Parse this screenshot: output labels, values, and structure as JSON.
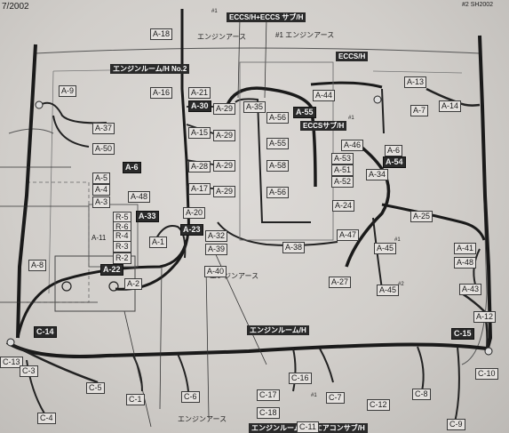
{
  "top_left_note": "7/2002",
  "top_right_note": "#2 SH2002",
  "harness_titles": {
    "eccs_h_eccs_sub_h": "ECCS/H+ECCS サブ/H",
    "eccs_h": "ECCS/H",
    "engine_room_h_no2": "エンジンルーム/H No.2",
    "eccs_sub_h": "ECCSサブ/H",
    "engine_room_h": "エンジンルーム/H",
    "engine_room_h_aircon_sub_h": "エンジンルーム/H〜エアコンサブ/H"
  },
  "ground_labels": {
    "engine_ground_top": "エンジンアース",
    "engine_ground_top2": "#1 エンジンアース",
    "engine_ground_mid": "エンジンアース",
    "engine_ground_bottom": "エンジンアース",
    "mark_1": "#1",
    "mark_2": "#1",
    "mark_3": "#1",
    "mark_4": "#2",
    "mark_5": "#1"
  },
  "connectors": [
    {
      "id": "A-18",
      "style": "box"
    },
    {
      "id": "A-9",
      "style": "box"
    },
    {
      "id": "A-37",
      "style": "box"
    },
    {
      "id": "A-50",
      "style": "box"
    },
    {
      "id": "A-6",
      "style": "dark"
    },
    {
      "id": "A-5",
      "style": "box"
    },
    {
      "id": "A-4",
      "style": "box"
    },
    {
      "id": "A-3",
      "style": "box"
    },
    {
      "id": "A-48",
      "style": "box"
    },
    {
      "id": "A-33",
      "style": "dark"
    },
    {
      "id": "A-11",
      "style": "txt"
    },
    {
      "id": "R-5",
      "style": "box"
    },
    {
      "id": "R-6",
      "style": "box"
    },
    {
      "id": "R-4",
      "style": "box"
    },
    {
      "id": "R-3",
      "style": "box"
    },
    {
      "id": "R-2",
      "style": "box"
    },
    {
      "id": "A-1",
      "style": "box"
    },
    {
      "id": "A-8",
      "style": "box"
    },
    {
      "id": "A-22",
      "style": "dark"
    },
    {
      "id": "A-2",
      "style": "box"
    },
    {
      "id": "C-14",
      "style": "dark"
    },
    {
      "id": "C-13",
      "style": "box"
    },
    {
      "id": "C-3",
      "style": "box"
    },
    {
      "id": "C-4",
      "style": "box"
    },
    {
      "id": "C-5",
      "style": "box"
    },
    {
      "id": "C-1",
      "style": "box"
    },
    {
      "id": "C-6",
      "style": "box"
    },
    {
      "id": "A-16",
      "style": "box"
    },
    {
      "id": "A-21",
      "style": "box"
    },
    {
      "id": "A-30",
      "style": "dark"
    },
    {
      "id": "A-15",
      "style": "box"
    },
    {
      "id": "A-28",
      "style": "box"
    },
    {
      "id": "A-17",
      "style": "box"
    },
    {
      "id": "A-20",
      "style": "box"
    },
    {
      "id": "A-23",
      "style": "dark"
    },
    {
      "id": "A-29a",
      "text": "A-29",
      "style": "box"
    },
    {
      "id": "A-29b",
      "text": "A-29",
      "style": "box"
    },
    {
      "id": "A-29c",
      "text": "A-29",
      "style": "box"
    },
    {
      "id": "A-29d",
      "text": "A-29",
      "style": "box"
    },
    {
      "id": "A-35",
      "style": "box"
    },
    {
      "id": "A-56a",
      "text": "A-56",
      "style": "box"
    },
    {
      "id": "A-55a",
      "text": "A-55",
      "style": "box"
    },
    {
      "id": "A-58a",
      "text": "A-58",
      "style": "box"
    },
    {
      "id": "A-56b",
      "text": "A-56",
      "style": "box"
    },
    {
      "id": "A-55",
      "style": "dark"
    },
    {
      "id": "A-44",
      "style": "box"
    },
    {
      "id": "A-32",
      "style": "box"
    },
    {
      "id": "A-39",
      "style": "box"
    },
    {
      "id": "A-40",
      "style": "box"
    },
    {
      "id": "A-38",
      "style": "box"
    },
    {
      "id": "A-13",
      "style": "box"
    },
    {
      "id": "A-7",
      "style": "box"
    },
    {
      "id": "A-14",
      "style": "box"
    },
    {
      "id": "A-46",
      "style": "box"
    },
    {
      "id": "A-53",
      "style": "box"
    },
    {
      "id": "A-51",
      "style": "box"
    },
    {
      "id": "A-52",
      "style": "box"
    },
    {
      "id": "A-6b",
      "text": "A-6",
      "style": "box"
    },
    {
      "id": "A-54",
      "style": "dark"
    },
    {
      "id": "A-34",
      "style": "box"
    },
    {
      "id": "A-24",
      "style": "box"
    },
    {
      "id": "A-25",
      "style": "box"
    },
    {
      "id": "A-47",
      "style": "box"
    },
    {
      "id": "A-45a",
      "text": "A-45",
      "style": "box"
    },
    {
      "id": "A-27",
      "style": "box"
    },
    {
      "id": "A-45b",
      "text": "A-45",
      "style": "box"
    },
    {
      "id": "A-41",
      "style": "box"
    },
    {
      "id": "A-48b",
      "text": "A-48",
      "style": "box"
    },
    {
      "id": "A-43",
      "style": "box"
    },
    {
      "id": "A-12",
      "style": "box"
    },
    {
      "id": "C-15",
      "style": "dark"
    },
    {
      "id": "C-10",
      "style": "box"
    },
    {
      "id": "C-9",
      "style": "box"
    },
    {
      "id": "C-8",
      "style": "box"
    },
    {
      "id": "C-12",
      "style": "box"
    },
    {
      "id": "C-7",
      "style": "box"
    },
    {
      "id": "C-16",
      "style": "box"
    },
    {
      "id": "C-17",
      "style": "box"
    },
    {
      "id": "C-18",
      "style": "box"
    },
    {
      "id": "C-11",
      "style": "box"
    }
  ]
}
